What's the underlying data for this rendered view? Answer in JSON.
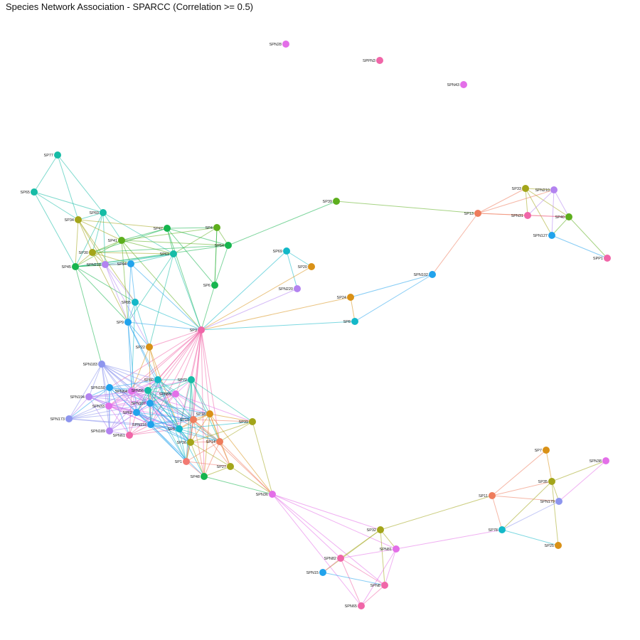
{
  "title": "Species Network Association - SPARCC (Correlation >= 0.5)",
  "node_colors": {
    "pink": "#F066A8",
    "red": "#F27A72",
    "magenta": "#E36FE8",
    "violet": "#B383F0",
    "periwinkle": "#8D95EE",
    "blue": "#22A3EC",
    "cyan": "#13B8C8",
    "teal": "#16BCA6",
    "green": "#16B54E",
    "lime": "#5DAE1D",
    "olive": "#A3A51A",
    "orange": "#D99117",
    "salmon": "#EE7C5C"
  },
  "nodes": [
    {
      "id": "SPN28",
      "label": "SPN28",
      "color": "magenta"
    },
    {
      "id": "SPPN3",
      "label": "SPPN3",
      "color": "pink"
    },
    {
      "id": "SPN43",
      "label": "SPN43",
      "color": "magenta"
    },
    {
      "id": "SP77",
      "label": "SP77",
      "color": "teal"
    },
    {
      "id": "SP65",
      "label": "SP65",
      "color": "teal"
    },
    {
      "id": "SP69",
      "label": "SP69",
      "color": "teal"
    },
    {
      "id": "SP34",
      "label": "SP34",
      "color": "olive"
    },
    {
      "id": "SP47",
      "label": "SP47",
      "color": "green"
    },
    {
      "id": "SP4",
      "label": "SP4",
      "color": "lime"
    },
    {
      "id": "SP41",
      "label": "SP41",
      "color": "lime"
    },
    {
      "id": "SP54",
      "label": "SP54",
      "color": "green"
    },
    {
      "id": "SP30",
      "label": "SP30",
      "color": "olive"
    },
    {
      "id": "SP61",
      "label": "SP61",
      "color": "teal"
    },
    {
      "id": "SP45",
      "label": "SP45",
      "color": "green"
    },
    {
      "id": "SPN218",
      "label": "SPN218",
      "color": "violet"
    },
    {
      "id": "SP94",
      "label": "SP94",
      "color": "blue"
    },
    {
      "id": "SP6",
      "label": "SP6",
      "color": "green"
    },
    {
      "id": "SP85",
      "label": "SP85",
      "color": "cyan"
    },
    {
      "id": "SP9",
      "label": "SP9",
      "color": "blue"
    },
    {
      "id": "SP3",
      "label": "SP3",
      "color": "pink"
    },
    {
      "id": "SP22",
      "label": "SP22",
      "color": "orange"
    },
    {
      "id": "SP39",
      "label": "SP39",
      "color": "lime"
    },
    {
      "id": "SP13",
      "label": "SP13",
      "color": "salmon"
    },
    {
      "id": "SP33",
      "label": "SP33",
      "color": "olive"
    },
    {
      "id": "SPN210",
      "label": "SPN210",
      "color": "violet"
    },
    {
      "id": "SPN31",
      "label": "SPN31",
      "color": "pink"
    },
    {
      "id": "SP40",
      "label": "SP40",
      "color": "lime"
    },
    {
      "id": "SPN127",
      "label": "SPN127",
      "color": "blue"
    },
    {
      "id": "SPP1",
      "label": "SPP1",
      "color": "pink"
    },
    {
      "id": "SP69b",
      "label": "SP69",
      "color": "cyan"
    },
    {
      "id": "SP20",
      "label": "SP20",
      "color": "orange"
    },
    {
      "id": "SPN220",
      "label": "SPN220",
      "color": "violet"
    },
    {
      "id": "SPN102",
      "label": "SPN102",
      "color": "blue"
    },
    {
      "id": "SP24",
      "label": "SP24",
      "color": "orange"
    },
    {
      "id": "SP8",
      "label": "SP8",
      "color": "cyan"
    },
    {
      "id": "SPN183",
      "label": "SPN183",
      "color": "periwinkle"
    },
    {
      "id": "SPN150",
      "label": "SPN150",
      "color": "blue"
    },
    {
      "id": "SPN194",
      "label": "SPN194",
      "color": "violet"
    },
    {
      "id": "SPN173",
      "label": "SPN173",
      "color": "periwinkle"
    },
    {
      "id": "SPN189",
      "label": "SPN189",
      "color": "violet"
    },
    {
      "id": "SPN33",
      "label": "SPN33",
      "color": "magenta"
    },
    {
      "id": "SPN61",
      "label": "SPN61",
      "color": "pink"
    },
    {
      "id": "SPN64",
      "label": "SPN64",
      "color": "magenta"
    },
    {
      "id": "SP80",
      "label": "SP80",
      "color": "cyan"
    },
    {
      "id": "SPN56",
      "label": "SPN56",
      "color": "teal"
    },
    {
      "id": "SPN99",
      "label": "SPN99",
      "color": "magenta"
    },
    {
      "id": "SP72",
      "label": "SP72",
      "color": "teal"
    },
    {
      "id": "SPN107",
      "label": "SPN107",
      "color": "blue"
    },
    {
      "id": "SP62",
      "label": "SP62",
      "color": "blue"
    },
    {
      "id": "SPN118",
      "label": "SPN118",
      "color": "blue"
    },
    {
      "id": "SP18",
      "label": "SP18",
      "color": "orange"
    },
    {
      "id": "SP10",
      "label": "SP10",
      "color": "salmon"
    },
    {
      "id": "SP5",
      "label": "SP5",
      "color": "cyan"
    },
    {
      "id": "SP31",
      "label": "SP31",
      "color": "olive"
    },
    {
      "id": "SP14",
      "label": "SP14",
      "color": "salmon"
    },
    {
      "id": "SP36",
      "label": "SP36",
      "color": "olive"
    },
    {
      "id": "SP1",
      "label": "SP1",
      "color": "red"
    },
    {
      "id": "SP27",
      "label": "SP27",
      "color": "olive"
    },
    {
      "id": "SP48",
      "label": "SP48",
      "color": "green"
    },
    {
      "id": "SPN36",
      "label": "SPN36",
      "color": "magenta"
    },
    {
      "id": "SP32",
      "label": "SP32",
      "color": "olive"
    },
    {
      "id": "SPN81",
      "label": "SPN81",
      "color": "magenta"
    },
    {
      "id": "SPN82",
      "label": "SPN82",
      "color": "pink"
    },
    {
      "id": "SPN15",
      "label": "SPN15",
      "color": "blue"
    },
    {
      "id": "SPN8",
      "label": "SPN8",
      "color": "pink"
    },
    {
      "id": "SPN65",
      "label": "SPN65",
      "color": "pink"
    },
    {
      "id": "SP7",
      "label": "SP7",
      "color": "orange"
    },
    {
      "id": "SPN38",
      "label": "SPN38",
      "color": "magenta"
    },
    {
      "id": "SP35",
      "label": "SP35",
      "color": "olive"
    },
    {
      "id": "SP11",
      "label": "SP11",
      "color": "salmon"
    },
    {
      "id": "SPN179",
      "label": "SPN179",
      "color": "periwinkle"
    },
    {
      "id": "SP78",
      "label": "SP78",
      "color": "cyan"
    },
    {
      "id": "SP25",
      "label": "SP25",
      "color": "orange"
    }
  ],
  "edges": [
    [
      "SP77",
      "SP65"
    ],
    [
      "SP77",
      "SP69"
    ],
    [
      "SP77",
      "SP34"
    ],
    [
      "SP65",
      "SP69"
    ],
    [
      "SP65",
      "SP34"
    ],
    [
      "SP65",
      "SP45"
    ],
    [
      "SP69",
      "SP34"
    ],
    [
      "SP69",
      "SP41"
    ],
    [
      "SP69",
      "SP30"
    ],
    [
      "SP69",
      "SP45"
    ],
    [
      "SP69",
      "SPN218"
    ],
    [
      "SP69",
      "SP61"
    ],
    [
      "SP34",
      "SP30"
    ],
    [
      "SP34",
      "SP45"
    ],
    [
      "SP34",
      "SP41"
    ],
    [
      "SP34",
      "SP85"
    ],
    [
      "SP34",
      "SPN218"
    ],
    [
      "SP34",
      "SP47"
    ],
    [
      "SP47",
      "SP4"
    ],
    [
      "SP47",
      "SP54"
    ],
    [
      "SP47",
      "SP41"
    ],
    [
      "SP47",
      "SP61"
    ],
    [
      "SP47",
      "SP6"
    ],
    [
      "SP47",
      "SP3"
    ],
    [
      "SP47",
      "SP30"
    ],
    [
      "SP4",
      "SP54"
    ],
    [
      "SP4",
      "SP6"
    ],
    [
      "SP4",
      "SP41"
    ],
    [
      "SP4",
      "SP61"
    ],
    [
      "SP41",
      "SP54"
    ],
    [
      "SP41",
      "SP61"
    ],
    [
      "SP41",
      "SP30"
    ],
    [
      "SP41",
      "SP94"
    ],
    [
      "SP41",
      "SP9"
    ],
    [
      "SP41",
      "SP45"
    ],
    [
      "SP41",
      "SP3"
    ],
    [
      "SP54",
      "SP6"
    ],
    [
      "SP54",
      "SP39"
    ],
    [
      "SP54",
      "SP45"
    ],
    [
      "SP54",
      "SP30"
    ],
    [
      "SP30",
      "SP45"
    ],
    [
      "SP30",
      "SPN218"
    ],
    [
      "SP30",
      "SP94"
    ],
    [
      "SP30",
      "SP61"
    ],
    [
      "SP30",
      "SP9"
    ],
    [
      "SP61",
      "SP94"
    ],
    [
      "SP61",
      "SP45"
    ],
    [
      "SP61",
      "SP9"
    ],
    [
      "SP61",
      "SP3"
    ],
    [
      "SP61",
      "SP22"
    ],
    [
      "SP61",
      "SPN218"
    ],
    [
      "SP45",
      "SPN218"
    ],
    [
      "SP45",
      "SP94"
    ],
    [
      "SP45",
      "SP85"
    ],
    [
      "SP45",
      "SP9"
    ],
    [
      "SP45",
      "SPN183"
    ],
    [
      "SPN218",
      "SP94"
    ],
    [
      "SPN218",
      "SP85"
    ],
    [
      "SPN218",
      "SP9"
    ],
    [
      "SPN218",
      "SP22"
    ],
    [
      "SP94",
      "SP85"
    ],
    [
      "SP94",
      "SP9"
    ],
    [
      "SP94",
      "SP3"
    ],
    [
      "SP6",
      "SP3"
    ],
    [
      "SP6",
      "SP4"
    ],
    [
      "SP85",
      "SP9"
    ],
    [
      "SP85",
      "SP22"
    ],
    [
      "SP85",
      "SP3"
    ],
    [
      "SP85",
      "SPN64"
    ],
    [
      "SP9",
      "SP3"
    ],
    [
      "SP9",
      "SP22"
    ],
    [
      "SP9",
      "SPN64"
    ],
    [
      "SP9",
      "SP80"
    ],
    [
      "SP9",
      "SP5"
    ],
    [
      "SP9",
      "SP62"
    ],
    [
      "SP39",
      "SP13"
    ],
    [
      "SP13",
      "SP33"
    ],
    [
      "SP13",
      "SPN210"
    ],
    [
      "SP13",
      "SPN31"
    ],
    [
      "SP13",
      "SP40"
    ],
    [
      "SP13",
      "SPN102"
    ],
    [
      "SP33",
      "SPN210"
    ],
    [
      "SP33",
      "SPN31"
    ],
    [
      "SP33",
      "SP40"
    ],
    [
      "SP33",
      "SPN127"
    ],
    [
      "SPN210",
      "SPN31"
    ],
    [
      "SPN210",
      "SP40"
    ],
    [
      "SPN210",
      "SPN127"
    ],
    [
      "SPN31",
      "SP40"
    ],
    [
      "SP40",
      "SPN127"
    ],
    [
      "SP40",
      "SPP1"
    ],
    [
      "SPN127",
      "SPP1"
    ],
    [
      "SPN102",
      "SP24"
    ],
    [
      "SPN102",
      "SP8"
    ],
    [
      "SP24",
      "SP8"
    ],
    [
      "SP24",
      "SP3"
    ],
    [
      "SP69b",
      "SP20"
    ],
    [
      "SP69b",
      "SPN220"
    ],
    [
      "SP69b",
      "SP3"
    ],
    [
      "SP20",
      "SP3"
    ],
    [
      "SPN220",
      "SP3"
    ],
    [
      "SP8",
      "SP3"
    ],
    [
      "SP3",
      "SP22"
    ],
    [
      "SP3",
      "SPN64"
    ],
    [
      "SP3",
      "SP80"
    ],
    [
      "SP3",
      "SPN56"
    ],
    [
      "SP3",
      "SPN99"
    ],
    [
      "SP3",
      "SP72"
    ],
    [
      "SP3",
      "SPN107"
    ],
    [
      "SP3",
      "SP62"
    ],
    [
      "SP3",
      "SPN118"
    ],
    [
      "SP3",
      "SP18"
    ],
    [
      "SP3",
      "SP10"
    ],
    [
      "SP3",
      "SP5"
    ],
    [
      "SP3",
      "SP36"
    ],
    [
      "SP3",
      "SP1"
    ],
    [
      "SP3",
      "SP14"
    ],
    [
      "SP3",
      "SP48"
    ],
    [
      "SP3",
      "SPN33"
    ],
    [
      "SP3",
      "SPN150"
    ],
    [
      "SP22",
      "SPN64"
    ],
    [
      "SP22",
      "SP80"
    ],
    [
      "SP22",
      "SP5"
    ],
    [
      "SP22",
      "SPN118"
    ],
    [
      "SPN183",
      "SPN150"
    ],
    [
      "SPN183",
      "SPN194"
    ],
    [
      "SPN183",
      "SPN173"
    ],
    [
      "SPN183",
      "SPN189"
    ],
    [
      "SPN183",
      "SPN33"
    ],
    [
      "SPN183",
      "SPN64"
    ],
    [
      "SPN183",
      "SP80"
    ],
    [
      "SPN183",
      "SPN56"
    ],
    [
      "SPN183",
      "SPN99"
    ],
    [
      "SPN183",
      "SPN107"
    ],
    [
      "SPN183",
      "SP62"
    ],
    [
      "SPN183",
      "SPN118"
    ],
    [
      "SPN183",
      "SP10"
    ],
    [
      "SPN183",
      "SP5"
    ],
    [
      "SPN150",
      "SPN194"
    ],
    [
      "SPN150",
      "SPN173"
    ],
    [
      "SPN150",
      "SPN189"
    ],
    [
      "SPN150",
      "SPN33"
    ],
    [
      "SPN150",
      "SPN64"
    ],
    [
      "SPN150",
      "SP80"
    ],
    [
      "SPN150",
      "SPN56"
    ],
    [
      "SPN150",
      "SPN107"
    ],
    [
      "SPN150",
      "SP62"
    ],
    [
      "SPN150",
      "SPN118"
    ],
    [
      "SPN150",
      "SPN61"
    ],
    [
      "SPN194",
      "SPN173"
    ],
    [
      "SPN194",
      "SPN189"
    ],
    [
      "SPN194",
      "SPN33"
    ],
    [
      "SPN194",
      "SPN64"
    ],
    [
      "SPN194",
      "SPN56"
    ],
    [
      "SPN194",
      "SPN107"
    ],
    [
      "SPN194",
      "SP62"
    ],
    [
      "SPN194",
      "SPN118"
    ],
    [
      "SPN194",
      "SPN99"
    ],
    [
      "SPN194",
      "SP5"
    ],
    [
      "SPN173",
      "SPN33"
    ],
    [
      "SPN173",
      "SPN64"
    ],
    [
      "SPN173",
      "SP62"
    ],
    [
      "SPN173",
      "SPN118"
    ],
    [
      "SPN173",
      "SP5"
    ],
    [
      "SPN173",
      "SPN107"
    ],
    [
      "SPN189",
      "SPN33"
    ],
    [
      "SPN189",
      "SPN64"
    ],
    [
      "SPN189",
      "SP62"
    ],
    [
      "SPN189",
      "SPN118"
    ],
    [
      "SPN189",
      "SPN61"
    ],
    [
      "SPN189",
      "SPN107"
    ],
    [
      "SPN189",
      "SPN56"
    ],
    [
      "SPN33",
      "SPN64"
    ],
    [
      "SPN33",
      "SP80"
    ],
    [
      "SPN33",
      "SPN56"
    ],
    [
      "SPN33",
      "SPN99"
    ],
    [
      "SPN33",
      "SPN107"
    ],
    [
      "SPN33",
      "SP62"
    ],
    [
      "SPN33",
      "SPN118"
    ],
    [
      "SPN33",
      "SPN61"
    ],
    [
      "SPN33",
      "SP10"
    ],
    [
      "SPN33",
      "SP5"
    ],
    [
      "SPN61",
      "SPN64"
    ],
    [
      "SPN61",
      "SP62"
    ],
    [
      "SPN61",
      "SPN118"
    ],
    [
      "SPN61",
      "SP10"
    ],
    [
      "SPN61",
      "SP5"
    ],
    [
      "SPN61",
      "SPN99"
    ],
    [
      "SPN64",
      "SP80"
    ],
    [
      "SPN64",
      "SPN56"
    ],
    [
      "SPN64",
      "SPN99"
    ],
    [
      "SPN64",
      "SP72"
    ],
    [
      "SPN64",
      "SPN107"
    ],
    [
      "SPN64",
      "SP62"
    ],
    [
      "SPN64",
      "SPN118"
    ],
    [
      "SPN64",
      "SP10"
    ],
    [
      "SPN64",
      "SP5"
    ],
    [
      "SPN64",
      "SP36"
    ],
    [
      "SPN64",
      "SP18"
    ],
    [
      "SP80",
      "SPN56"
    ],
    [
      "SP80",
      "SPN99"
    ],
    [
      "SP80",
      "SP72"
    ],
    [
      "SP80",
      "SPN107"
    ],
    [
      "SP80",
      "SP62"
    ],
    [
      "SP80",
      "SPN118"
    ],
    [
      "SP80",
      "SP10"
    ],
    [
      "SP80",
      "SP5"
    ],
    [
      "SP80",
      "SP18"
    ],
    [
      "SP80",
      "SP1"
    ],
    [
      "SPN56",
      "SPN99"
    ],
    [
      "SPN56",
      "SP72"
    ],
    [
      "SPN56",
      "SPN107"
    ],
    [
      "SPN56",
      "SP62"
    ],
    [
      "SPN56",
      "SPN118"
    ],
    [
      "SPN56",
      "SP10"
    ],
    [
      "SPN56",
      "SP5"
    ],
    [
      "SPN56",
      "SP36"
    ],
    [
      "SPN56",
      "SP14"
    ],
    [
      "SPN56",
      "SP1"
    ],
    [
      "SPN99",
      "SP72"
    ],
    [
      "SPN99",
      "SPN107"
    ],
    [
      "SPN99",
      "SP62"
    ],
    [
      "SPN99",
      "SPN118"
    ],
    [
      "SPN99",
      "SP10"
    ],
    [
      "SPN99",
      "SP5"
    ],
    [
      "SPN99",
      "SP18"
    ],
    [
      "SPN99",
      "SP31"
    ],
    [
      "SP72",
      "SPN107"
    ],
    [
      "SP72",
      "SP10"
    ],
    [
      "SP72",
      "SP5"
    ],
    [
      "SP72",
      "SP18"
    ],
    [
      "SP72",
      "SP31"
    ],
    [
      "SP72",
      "SP36"
    ],
    [
      "SP72",
      "SP14"
    ],
    [
      "SP72",
      "SP1"
    ],
    [
      "SPN107",
      "SP62"
    ],
    [
      "SPN107",
      "SPN118"
    ],
    [
      "SPN107",
      "SP10"
    ],
    [
      "SPN107",
      "SP5"
    ],
    [
      "SPN107",
      "SP36"
    ],
    [
      "SPN107",
      "SP14"
    ],
    [
      "SPN107",
      "SP1"
    ],
    [
      "SPN107",
      "SP18"
    ],
    [
      "SP62",
      "SPN118"
    ],
    [
      "SP62",
      "SP10"
    ],
    [
      "SP62",
      "SP5"
    ],
    [
      "SP62",
      "SP1"
    ],
    [
      "SP62",
      "SP36"
    ],
    [
      "SPN118",
      "SP10"
    ],
    [
      "SPN118",
      "SP5"
    ],
    [
      "SPN118",
      "SP36"
    ],
    [
      "SPN118",
      "SP1"
    ],
    [
      "SPN118",
      "SP14"
    ],
    [
      "SPN118",
      "SP18"
    ],
    [
      "SPN118",
      "SP48"
    ],
    [
      "SP18",
      "SP10"
    ],
    [
      "SP18",
      "SP5"
    ],
    [
      "SP18",
      "SP31"
    ],
    [
      "SP18",
      "SP14"
    ],
    [
      "SP18",
      "SP36"
    ],
    [
      "SP18",
      "SP27"
    ],
    [
      "SP18",
      "SP48"
    ],
    [
      "SP18",
      "SPN36"
    ],
    [
      "SP10",
      "SP5"
    ],
    [
      "SP10",
      "SP31"
    ],
    [
      "SP10",
      "SP14"
    ],
    [
      "SP10",
      "SP36"
    ],
    [
      "SP10",
      "SP1"
    ],
    [
      "SP10",
      "SP27"
    ],
    [
      "SP10",
      "SP48"
    ],
    [
      "SP10",
      "SPN36"
    ],
    [
      "SP5",
      "SP31"
    ],
    [
      "SP5",
      "SP14"
    ],
    [
      "SP5",
      "SP36"
    ],
    [
      "SP5",
      "SP1"
    ],
    [
      "SP5",
      "SP48"
    ],
    [
      "SP31",
      "SP14"
    ],
    [
      "SP31",
      "SP36"
    ],
    [
      "SP31",
      "SPN36"
    ],
    [
      "SP14",
      "SP36"
    ],
    [
      "SP14",
      "SP1"
    ],
    [
      "SP14",
      "SP27"
    ],
    [
      "SP14",
      "SP48"
    ],
    [
      "SP14",
      "SPN36"
    ],
    [
      "SP36",
      "SP1"
    ],
    [
      "SP36",
      "SP27"
    ],
    [
      "SP36",
      "SP48"
    ],
    [
      "SP1",
      "SP27"
    ],
    [
      "SP1",
      "SP48"
    ],
    [
      "SP27",
      "SP48"
    ],
    [
      "SP27",
      "SPN36"
    ],
    [
      "SP48",
      "SPN36"
    ],
    [
      "SPN36",
      "SP32"
    ],
    [
      "SPN36",
      "SPN81"
    ],
    [
      "SPN36",
      "SPN82"
    ],
    [
      "SPN36",
      "SPN65"
    ],
    [
      "SPN36",
      "SPN8"
    ],
    [
      "SP32",
      "SPN81"
    ],
    [
      "SP32",
      "SPN82"
    ],
    [
      "SP32",
      "SPN15"
    ],
    [
      "SP32",
      "SPN8"
    ],
    [
      "SP32",
      "SP11"
    ],
    [
      "SPN81",
      "SPN82"
    ],
    [
      "SPN81",
      "SPN8"
    ],
    [
      "SPN81",
      "SPN65"
    ],
    [
      "SPN81",
      "SP78"
    ],
    [
      "SPN82",
      "SPN15"
    ],
    [
      "SPN82",
      "SPN8"
    ],
    [
      "SPN82",
      "SPN65"
    ],
    [
      "SPN15",
      "SPN8"
    ],
    [
      "SPN8",
      "SPN65"
    ],
    [
      "SP11",
      "SP7"
    ],
    [
      "SP11",
      "SP35"
    ],
    [
      "SP11",
      "SPN179"
    ],
    [
      "SP11",
      "SP78"
    ],
    [
      "SP7",
      "SP35"
    ],
    [
      "SP35",
      "SPN38"
    ],
    [
      "SP35",
      "SPN179"
    ],
    [
      "SP35",
      "SP78"
    ],
    [
      "SP35",
      "SP25"
    ],
    [
      "SPN38",
      "SPN179"
    ],
    [
      "SPN179",
      "SP78"
    ],
    [
      "SP78",
      "SP25"
    ]
  ]
}
